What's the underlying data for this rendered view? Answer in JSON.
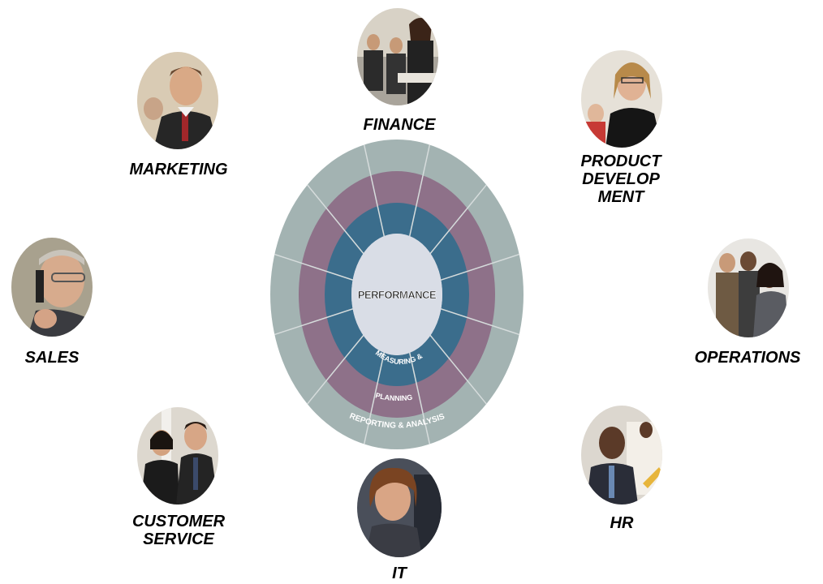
{
  "center": {
    "core": "PERFORMANCE",
    "ring_inner": "MEASURING & MONITORING",
    "ring_middle": "PLANNING",
    "ring_outer": "REPORTING & ANALYSIS"
  },
  "departments": [
    {
      "key": "finance",
      "label": "FINANCE"
    },
    {
      "key": "marketing",
      "label": "MARKETING"
    },
    {
      "key": "product",
      "label": "PRODUCT DEVELOP MENT",
      "lines": [
        "PRODUCT",
        "DEVELOP",
        "MENT"
      ]
    },
    {
      "key": "sales",
      "label": "SALES"
    },
    {
      "key": "operations",
      "label": "OPERATIONS"
    },
    {
      "key": "customer",
      "label": "CUSTOMER SERVICE",
      "lines": [
        "CUSTOMER",
        "SERVICE"
      ]
    },
    {
      "key": "it",
      "label": "IT"
    },
    {
      "key": "hr",
      "label": "HR"
    }
  ],
  "colors": {
    "outer_ring": "#a3b3b2",
    "middle_ring": "#8e7189",
    "inner_ring": "#3b6d8c",
    "core": "#d9dde6",
    "divider": "#d6dcdc"
  }
}
